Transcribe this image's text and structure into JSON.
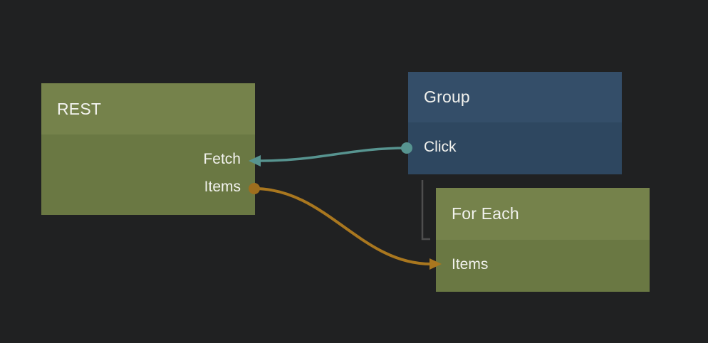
{
  "colors": {
    "background": "#202122",
    "olive_header": "#75824b",
    "olive_body": "#6a7843",
    "blue_header": "#344e69",
    "blue_body": "#2e4760",
    "teal_connection": "#579490",
    "orange_connection": "#a9771f",
    "orange_port": "#9e6e1e",
    "group_link_line": "#4e4e4e",
    "text": "#f2f2ee"
  },
  "nodes": [
    {
      "title": "REST",
      "variant": "olive",
      "ports": [
        {
          "label": "Fetch",
          "side": "right",
          "connector": "teal-arrow-in"
        },
        {
          "label": "Items",
          "side": "right",
          "connector": "orange-dot-out"
        }
      ]
    },
    {
      "title": "Group",
      "variant": "blue",
      "ports": [
        {
          "label": "Click",
          "side": "left",
          "connector": "teal-dot-out"
        }
      ]
    },
    {
      "title": "For Each",
      "variant": "olive",
      "ports": [
        {
          "label": "Items",
          "side": "left",
          "connector": "orange-arrow-in"
        }
      ]
    }
  ],
  "connections": [
    {
      "from": "Group / Click",
      "to": "REST / Fetch",
      "color": "#579490",
      "type": "bezier"
    },
    {
      "from": "REST / Items",
      "to": "For Each / Items",
      "color": "#a9771f",
      "type": "bezier"
    },
    {
      "from": "Group",
      "to": "For Each",
      "color": "#4e4e4e",
      "type": "elbow"
    }
  ]
}
